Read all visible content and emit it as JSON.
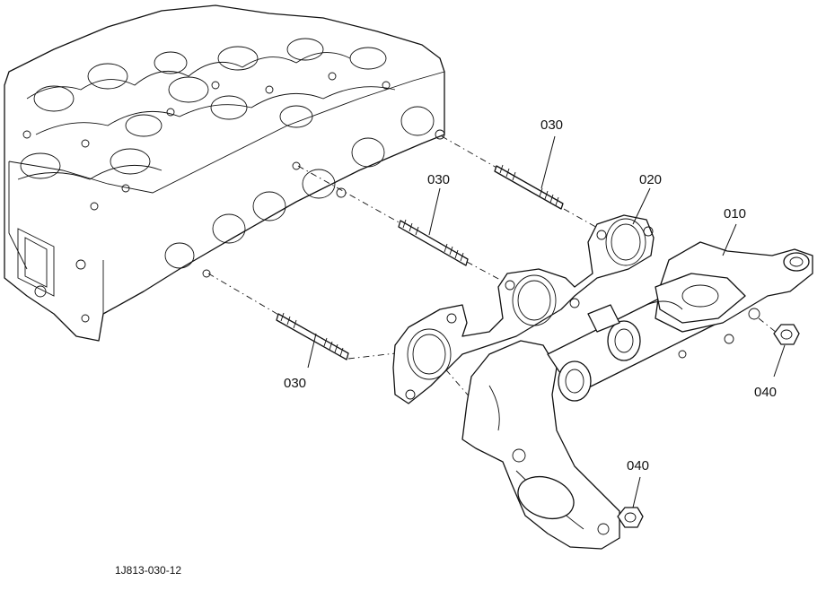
{
  "callouts": {
    "stud_upper": "030",
    "stud_middle": "030",
    "stud_lower": "030",
    "gasket": "020",
    "manifold": "010",
    "nut_right": "040",
    "nut_bottom": "040"
  },
  "drawing_code": "1J813-030-12"
}
